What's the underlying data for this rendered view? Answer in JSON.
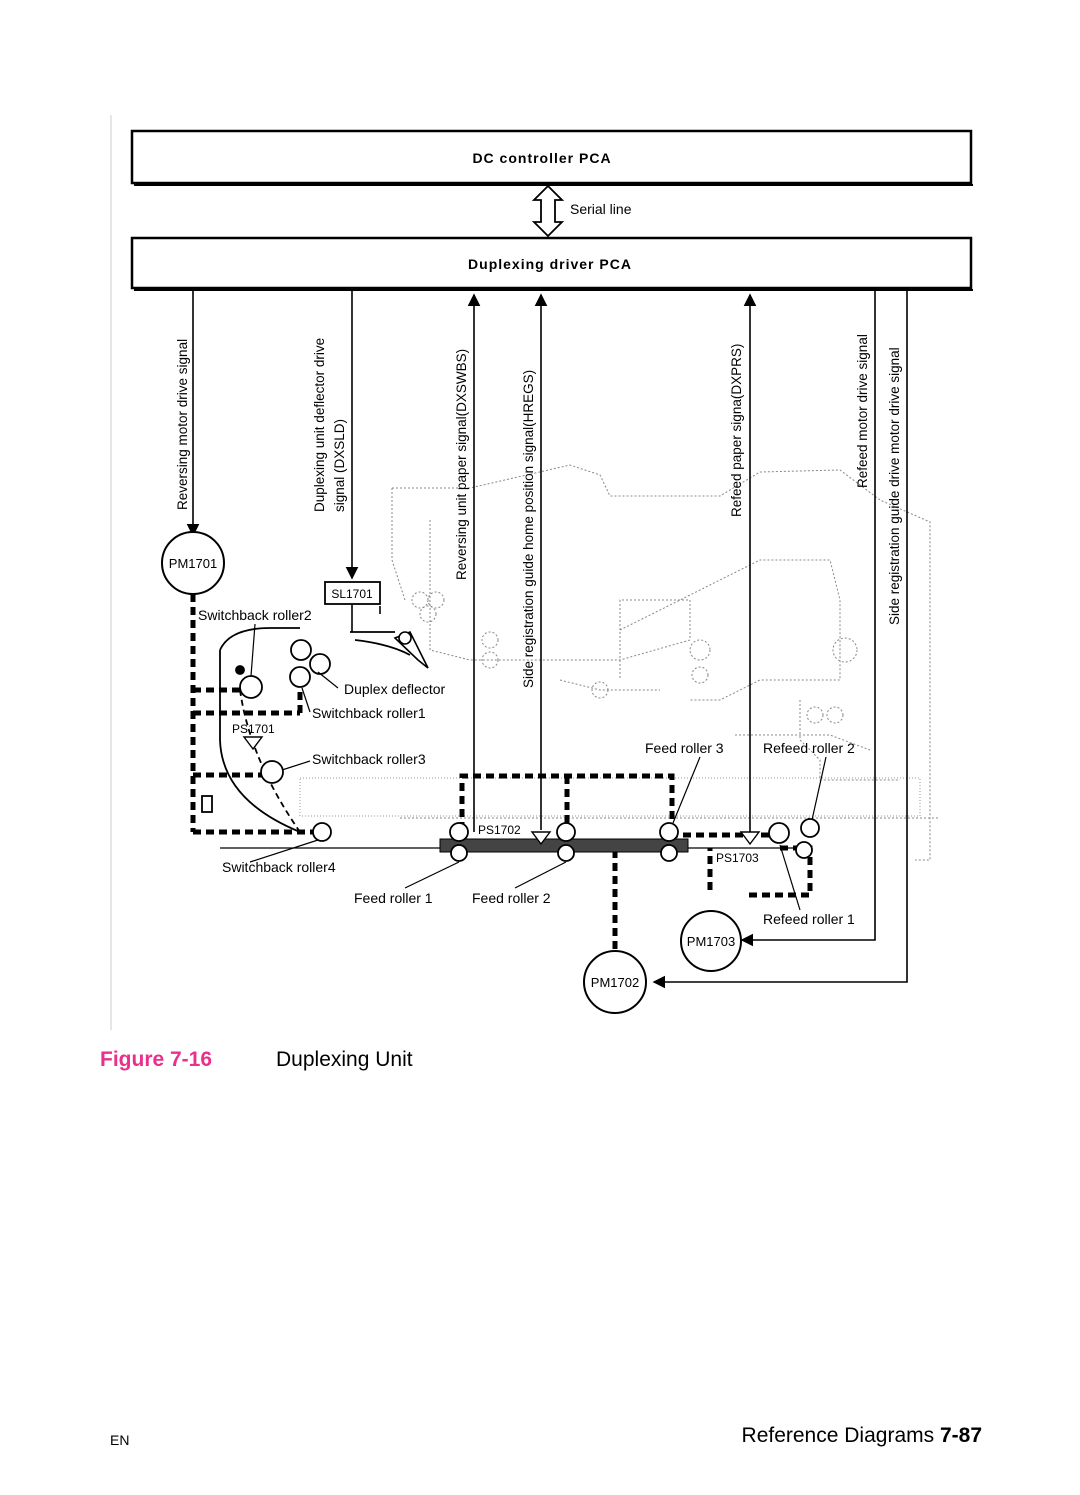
{
  "diagram": {
    "dc_controller": "DC controller PCA",
    "serial_line": "Serial line",
    "duplexing_driver": "Duplexing driver PCA",
    "signals": {
      "reversing_motor": "Reversing motor drive signal",
      "deflector_drive_1": "Duplexing unit deflector drive",
      "deflector_drive_2": "signal (DXSLD)",
      "reversing_paper": "Reversing unit paper signal(DXSWBS)",
      "side_reg_home": "Side registration guide home position signal(HREGS)",
      "refeed_paper": "Refeed paper signa(DXPRS)",
      "refeed_motor": "Refeed motor drive signal",
      "side_reg_motor": "Side registration guide drive motor drive signal"
    },
    "components": {
      "pm1701": "PM1701",
      "sl1701": "SL1701",
      "ps1701": "PS1701",
      "ps1702": "PS1702",
      "ps1703": "PS1703",
      "pm1702": "PM1702",
      "pm1703": "PM1703"
    },
    "labels": {
      "switchback_roller2": "Switchback roller2",
      "duplex_deflector": "Duplex deflector",
      "switchback_roller1": "Switchback roller1",
      "switchback_roller3": "Switchback roller3",
      "switchback_roller4": "Switchback roller4",
      "feed_roller_1": "Feed roller 1",
      "feed_roller_2": "Feed roller 2",
      "feed_roller_3": "Feed roller 3",
      "refeed_roller_2": "Refeed roller 2",
      "refeed_roller_1": "Refeed roller 1"
    }
  },
  "caption": {
    "figure": "Figure 7-16",
    "title": "Duplexing Unit"
  },
  "footer": {
    "left": "EN",
    "right_text": "Reference Diagrams",
    "right_page": "7-87"
  }
}
